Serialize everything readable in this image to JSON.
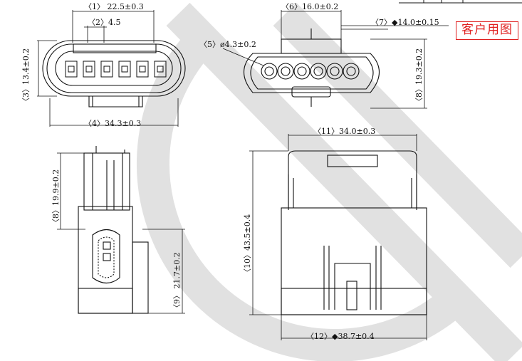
{
  "stamp": "客户用图",
  "dims": {
    "d1": "〈1〉 22.5±0.3",
    "d2": "〈2〉4.5",
    "d3": "〈3〉13.4±0.2",
    "d4": "〈4〉34.3±0.3",
    "d5": "〈5〉ø4.3±0.2",
    "d6": "〈6〉16.0±0.2",
    "d7": "〈7〉◆14.0±0.15",
    "d8a": "〈8〉19.3±0.2",
    "d8b": "〈8〉19.9±0.2",
    "d9": "〈9〉 21.7±0.2",
    "d10": "〈10〉43.5±0.4",
    "d11": "〈11〉34.0±0.3",
    "d12": "〈12〉◆38.7±0.4"
  },
  "colors": {
    "line": "#111111",
    "watermark": "#d9d9d9",
    "stamp": "#e02020"
  }
}
